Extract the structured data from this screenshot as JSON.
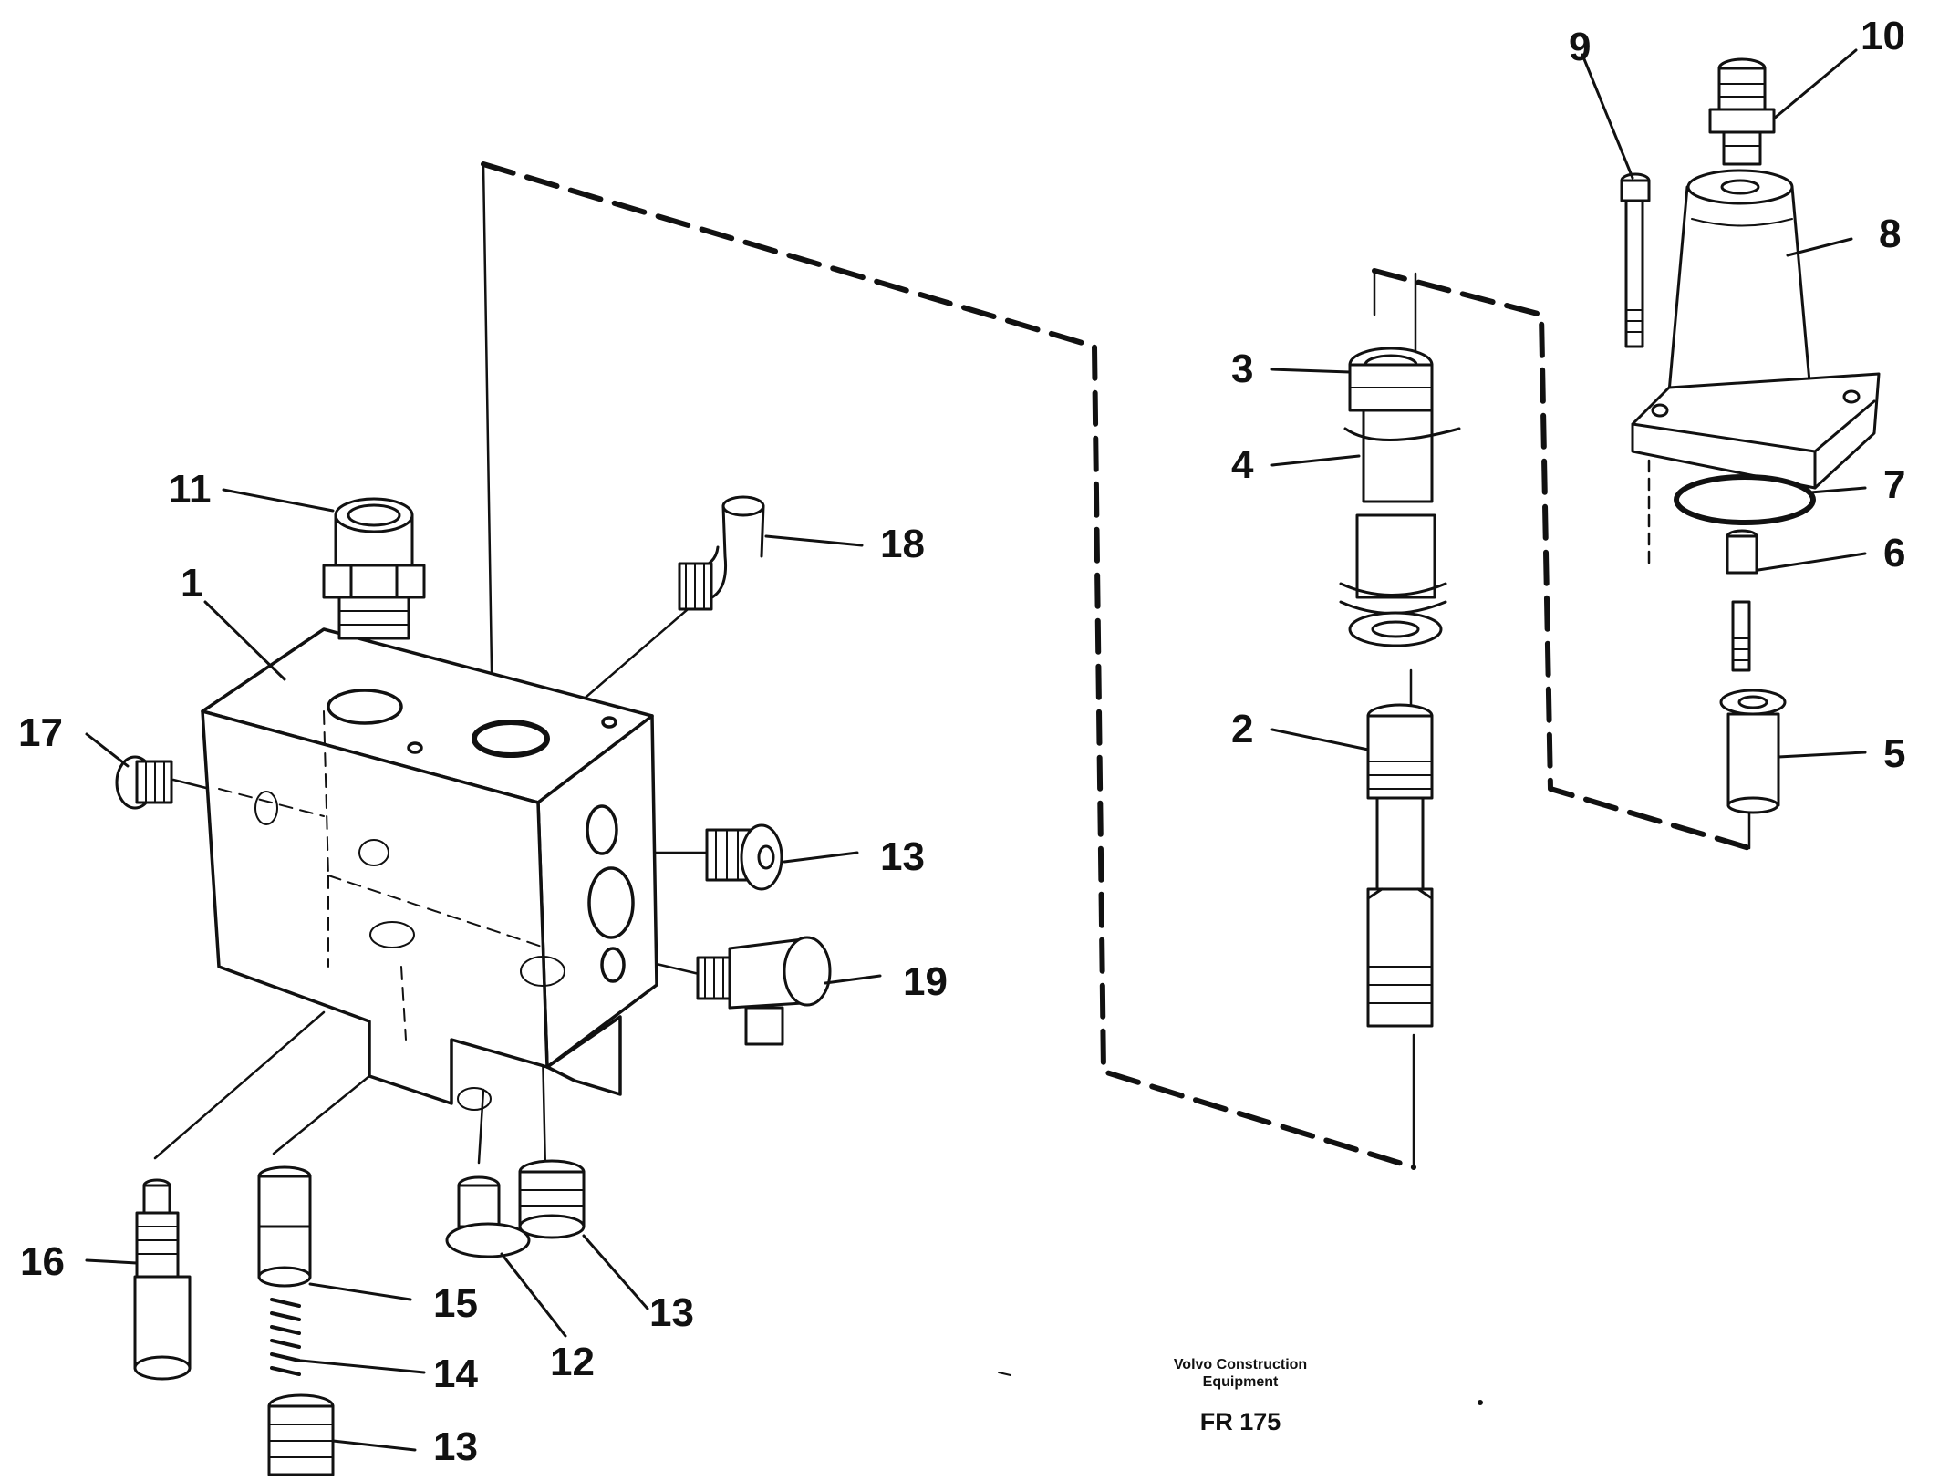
{
  "drawing": {
    "line_color": "#111111",
    "paper_color": "#ffffff",
    "callouts": [
      {
        "id": "1",
        "label": "1"
      },
      {
        "id": "2",
        "label": "2"
      },
      {
        "id": "3",
        "label": "3"
      },
      {
        "id": "4",
        "label": "4"
      },
      {
        "id": "5",
        "label": "5"
      },
      {
        "id": "6",
        "label": "6"
      },
      {
        "id": "7",
        "label": "7"
      },
      {
        "id": "8",
        "label": "8"
      },
      {
        "id": "9",
        "label": "9"
      },
      {
        "id": "10",
        "label": "10"
      },
      {
        "id": "11",
        "label": "11"
      },
      {
        "id": "12",
        "label": "12"
      },
      {
        "id": "13a",
        "label": "13"
      },
      {
        "id": "13b",
        "label": "13"
      },
      {
        "id": "13c",
        "label": "13"
      },
      {
        "id": "14",
        "label": "14"
      },
      {
        "id": "15",
        "label": "15"
      },
      {
        "id": "16",
        "label": "16"
      },
      {
        "id": "17",
        "label": "17"
      },
      {
        "id": "18",
        "label": "18"
      },
      {
        "id": "19",
        "label": "19"
      }
    ]
  },
  "caption": {
    "line1": "Volvo Construction",
    "line2": "Equipment",
    "code": "FR 175"
  }
}
